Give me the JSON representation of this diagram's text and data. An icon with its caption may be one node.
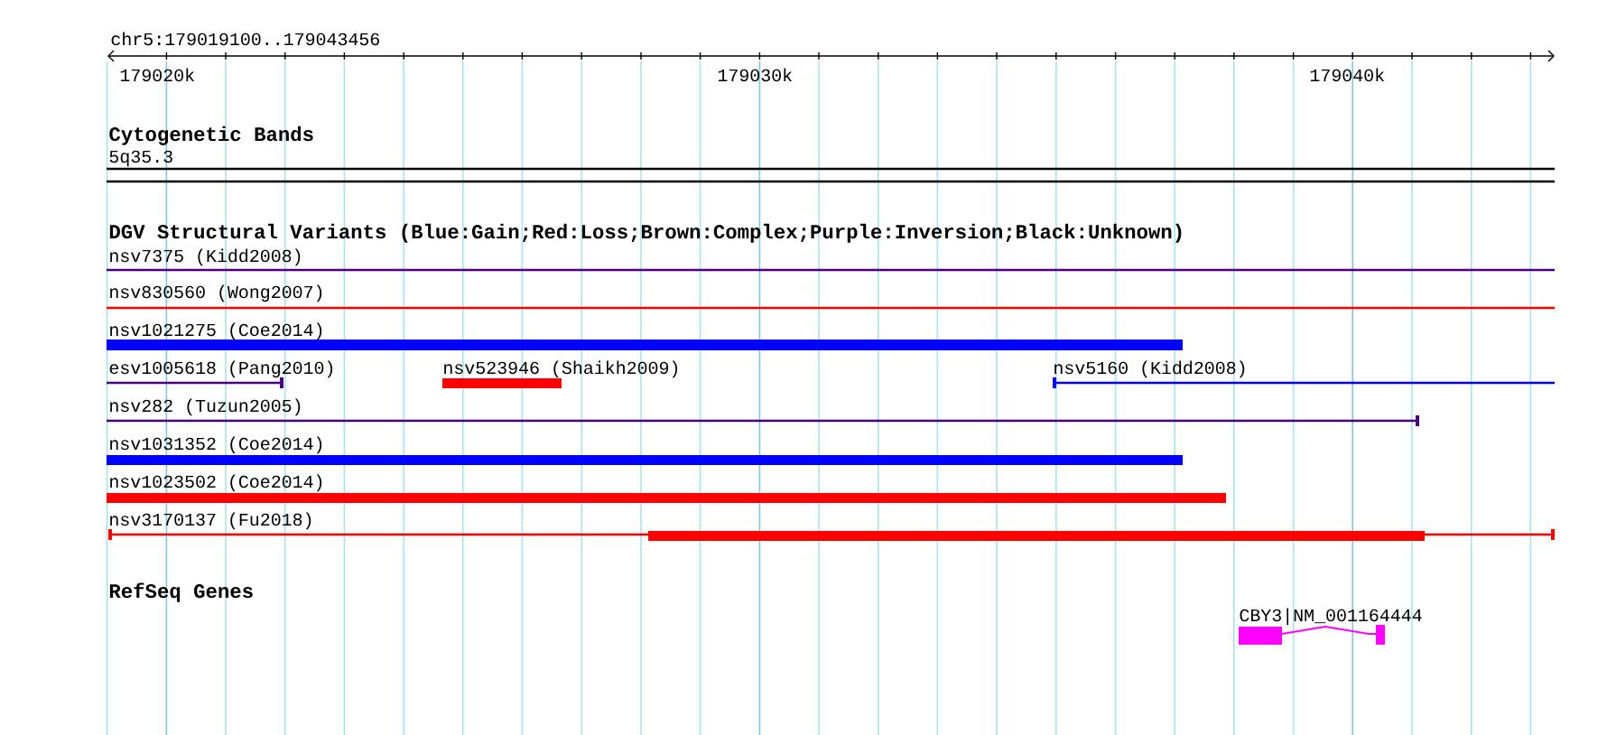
{
  "diagram": {
    "title": "chr5:179019100..179043456",
    "nodes": [
      {
        "text": [
          "5q35.3"
        ]
      },
      {
        "text": [
          "nsv7375 (Kidd2008)"
        ]
      },
      {
        "text": [
          "nsv830560 (Wong2007)"
        ]
      },
      {
        "text": [
          "nsv1021275 (Coe2014)"
        ]
      },
      {
        "text": [
          "esv1005618 (Pang2010)"
        ]
      },
      {
        "text": [
          "nsv523946 (Shaikh2009)"
        ]
      },
      {
        "text": [
          "nsv5160 (Kidd2008)"
        ]
      },
      {
        "text": [
          "nsv282 (Tuzun2005)"
        ]
      },
      {
        "text": [
          "nsv1031352 (Coe2014)"
        ]
      },
      {
        "text": [
          "nsv1023502 (Coe2014)"
        ]
      },
      {
        "text": [
          "nsv3170137 (Fu2018)"
        ]
      },
      {
        "text": [
          "CBY3|NM_001164444"
        ]
      }
    ],
    "labels": [
      "179020k",
      "179030k",
      "179040k",
      "Cytogenetic Bands",
      "DGV Structural Variants (Blue:Gain;Red:Loss;Brown:Complex;Purple:Inversion;Black:Unknown)",
      "RefSeq Genes"
    ]
  }
}
